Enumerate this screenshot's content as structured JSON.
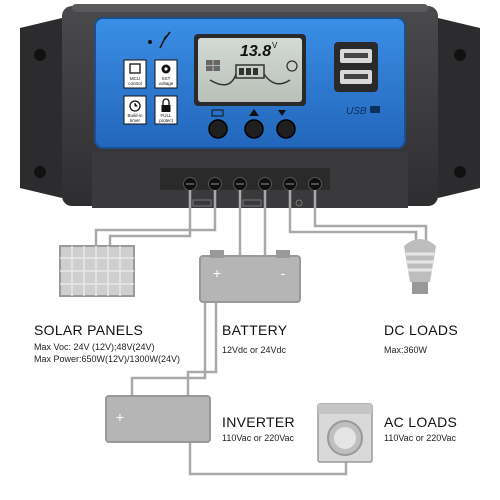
{
  "controller": {
    "lcd_voltage": "13.8",
    "lcd_unit": "V",
    "usb_label": "USB",
    "features": [
      {
        "icon": "mcu-chip-icon",
        "line1": "MCU",
        "line2": "control"
      },
      {
        "icon": "sst-gear-icon",
        "line1": "SST",
        "line2": "voltage"
      },
      {
        "icon": "timer-clock-icon",
        "line1": "Build-in",
        "line2": "timer"
      },
      {
        "icon": "padlock-icon",
        "line1": "FULL",
        "line2": "protect"
      }
    ]
  },
  "components": {
    "solar": {
      "title": "SOLAR PANELS",
      "line1": "Max Voc: 24V (12V);48V(24V)",
      "line2": "Max Power:650W(12V)/1300W(24V)"
    },
    "battery": {
      "title": "BATTERY",
      "spec": "12Vdc or 24Vdc"
    },
    "dc_loads": {
      "title": "DC LOADS",
      "spec": "Max:360W"
    },
    "inverter": {
      "title": "INVERTER",
      "spec": "110Vac or 220Vac"
    },
    "ac_loads": {
      "title": "AC LOADS",
      "spec": "110Vac or 220Vac"
    }
  },
  "colors": {
    "panel_blue": "#2f7fd6",
    "housing_dark": "#3c3c3e",
    "lcd_bg": "#c9d0c9",
    "wire_gray": "#a9a9a9"
  }
}
